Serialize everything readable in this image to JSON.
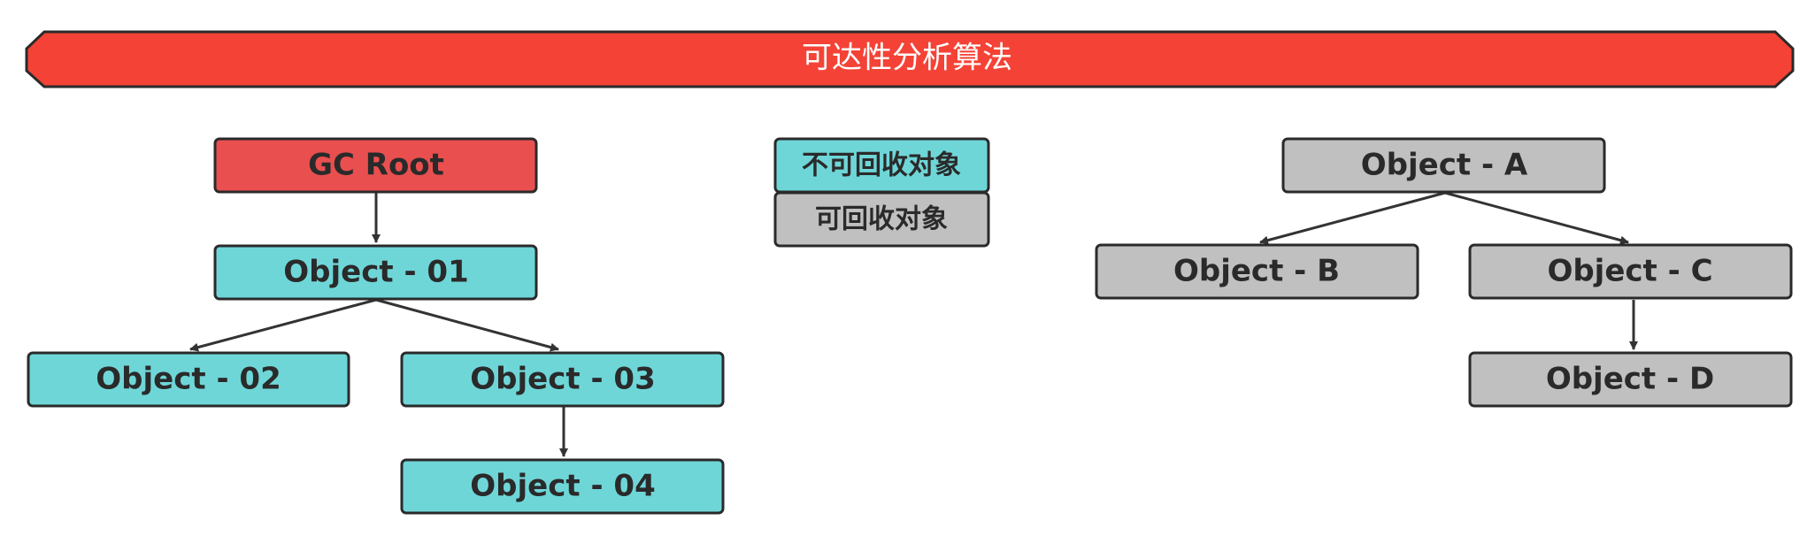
{
  "banner": {
    "title": "可达性分析算法",
    "color": "#f44336"
  },
  "legend": {
    "reachable_label": "不可回收对象",
    "unreachable_label": "可回收对象"
  },
  "colors": {
    "root": "#e94f4f",
    "reachable": "#6fd6d8",
    "unreachable": "#c0c0c0",
    "border": "#2a2a2a",
    "edge": "#333333"
  },
  "nodes": {
    "gc_root": "GC Root",
    "object_01": "Object - 01",
    "object_02": "Object - 02",
    "object_03": "Object - 03",
    "object_04": "Object - 04",
    "object_a": "Object - A",
    "object_b": "Object - B",
    "object_c": "Object - C",
    "object_d": "Object - D"
  },
  "edges": [
    [
      "gc_root",
      "object_01"
    ],
    [
      "object_01",
      "object_02"
    ],
    [
      "object_01",
      "object_03"
    ],
    [
      "object_03",
      "object_04"
    ],
    [
      "object_a",
      "object_b"
    ],
    [
      "object_a",
      "object_c"
    ],
    [
      "object_c",
      "object_d"
    ]
  ]
}
